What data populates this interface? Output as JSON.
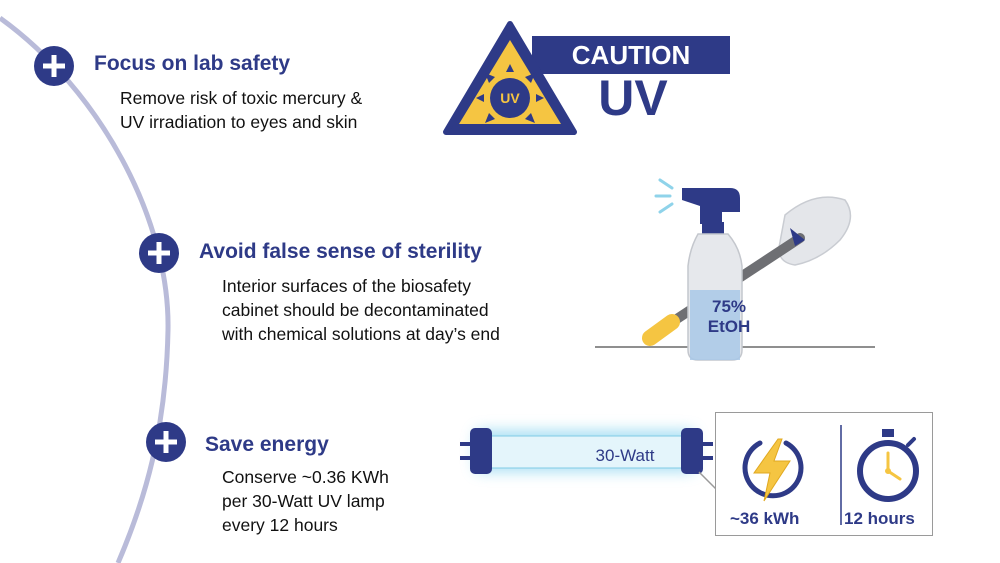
{
  "colors": {
    "primary": "#2e3a87",
    "arc": "#b9bbd9",
    "warning_yellow": "#f5c542",
    "lamp_glow": "#bfe8f5"
  },
  "items": [
    {
      "icon": "plus-icon",
      "title": "Focus on lab safety",
      "lines": [
        "Remove risk of toxic mercury &",
        "UV irradiation to eyes and skin"
      ]
    },
    {
      "icon": "plus-icon",
      "title": "Avoid false sense of sterility",
      "lines": [
        "Interior surfaces of the biosafety",
        "cabinet should be decontaminated",
        "with chemical solutions at day’s end"
      ]
    },
    {
      "icon": "plus-icon",
      "title": "Save energy",
      "lines": [
        "Conserve ~0.36 KWh",
        "per 30-Watt UV lamp",
        "every 12 hours"
      ]
    }
  ],
  "caution_sign": {
    "band_text": "CAUTION",
    "big_text": "UV",
    "triangle_text": "UV",
    "icon": "warning-triangle-icon"
  },
  "spray_bottle": {
    "icon": "spray-bottle-icon",
    "label_line1": "75%",
    "label_line2": "EtOH"
  },
  "lamp": {
    "icon": "uv-lamp-icon",
    "label": "30-Watt"
  },
  "stats": [
    {
      "icon": "lightning-icon",
      "label": "~36 kWh"
    },
    {
      "icon": "stopwatch-icon",
      "label": "12 hours"
    }
  ]
}
